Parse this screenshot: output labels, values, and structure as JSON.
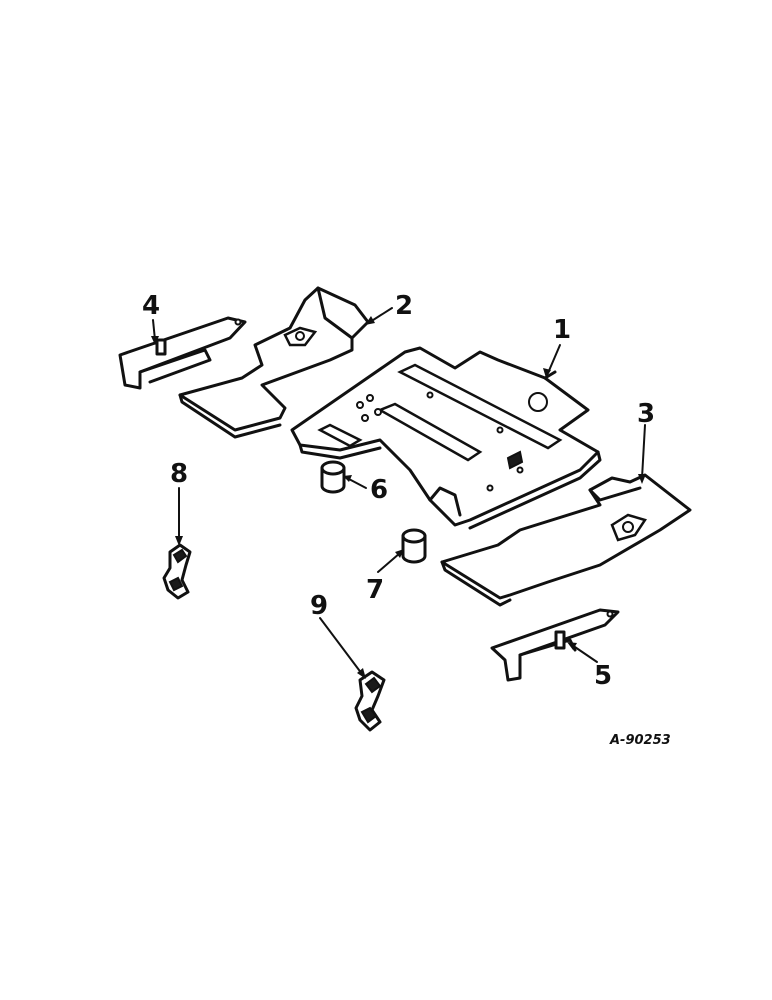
{
  "diagram": {
    "reference_code": "A-90253",
    "callouts": [
      {
        "id": "1",
        "label": "1"
      },
      {
        "id": "2",
        "label": "2"
      },
      {
        "id": "3",
        "label": "3"
      },
      {
        "id": "4",
        "label": "4"
      },
      {
        "id": "5",
        "label": "5"
      },
      {
        "id": "6",
        "label": "6"
      },
      {
        "id": "7",
        "label": "7"
      },
      {
        "id": "8",
        "label": "8"
      },
      {
        "id": "9",
        "label": "9"
      }
    ]
  }
}
